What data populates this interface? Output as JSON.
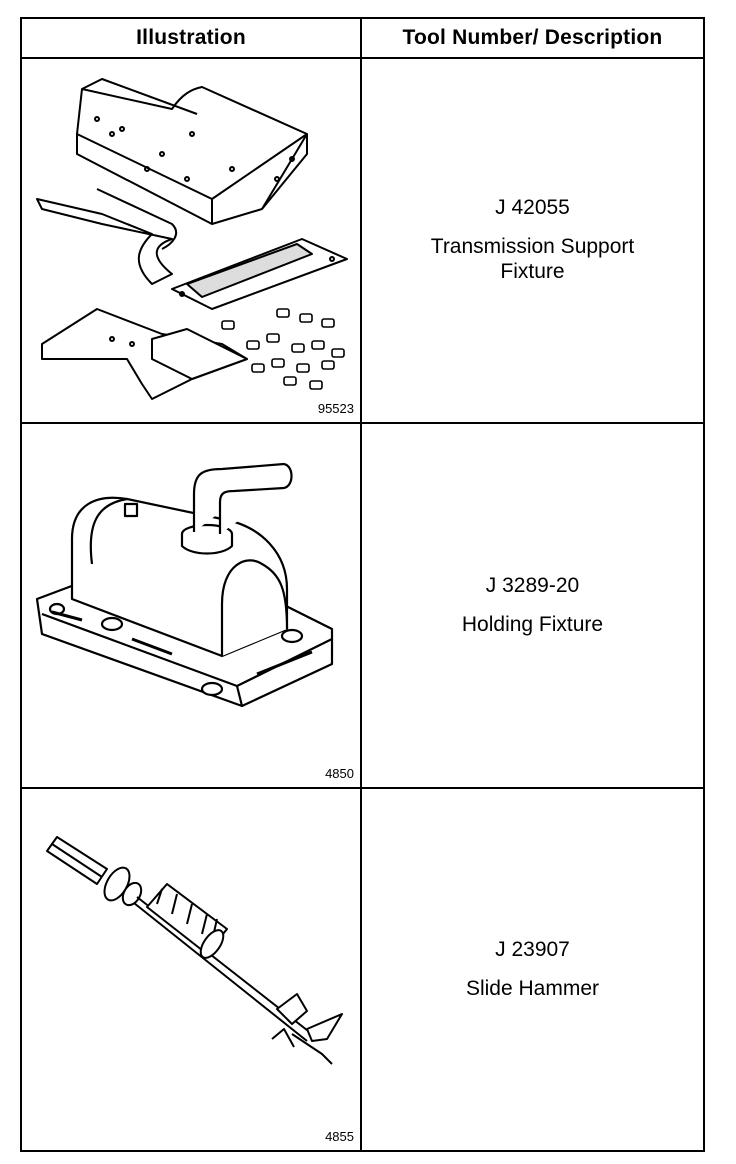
{
  "header": {
    "illustration": "Illustration",
    "tool": "Tool Number/ Description"
  },
  "rows": [
    {
      "tool_number": "J 42055",
      "description_line1": "Transmission Support",
      "description_line2": "Fixture",
      "figure_number": "95523",
      "icon": "transmission-support-fixture"
    },
    {
      "tool_number": "J 3289-20",
      "description_line1": "Holding Fixture",
      "description_line2": "",
      "figure_number": "4850",
      "icon": "holding-fixture"
    },
    {
      "tool_number": "J 23907",
      "description_line1": "Slide Hammer",
      "description_line2": "",
      "figure_number": "4855",
      "icon": "slide-hammer"
    }
  ]
}
